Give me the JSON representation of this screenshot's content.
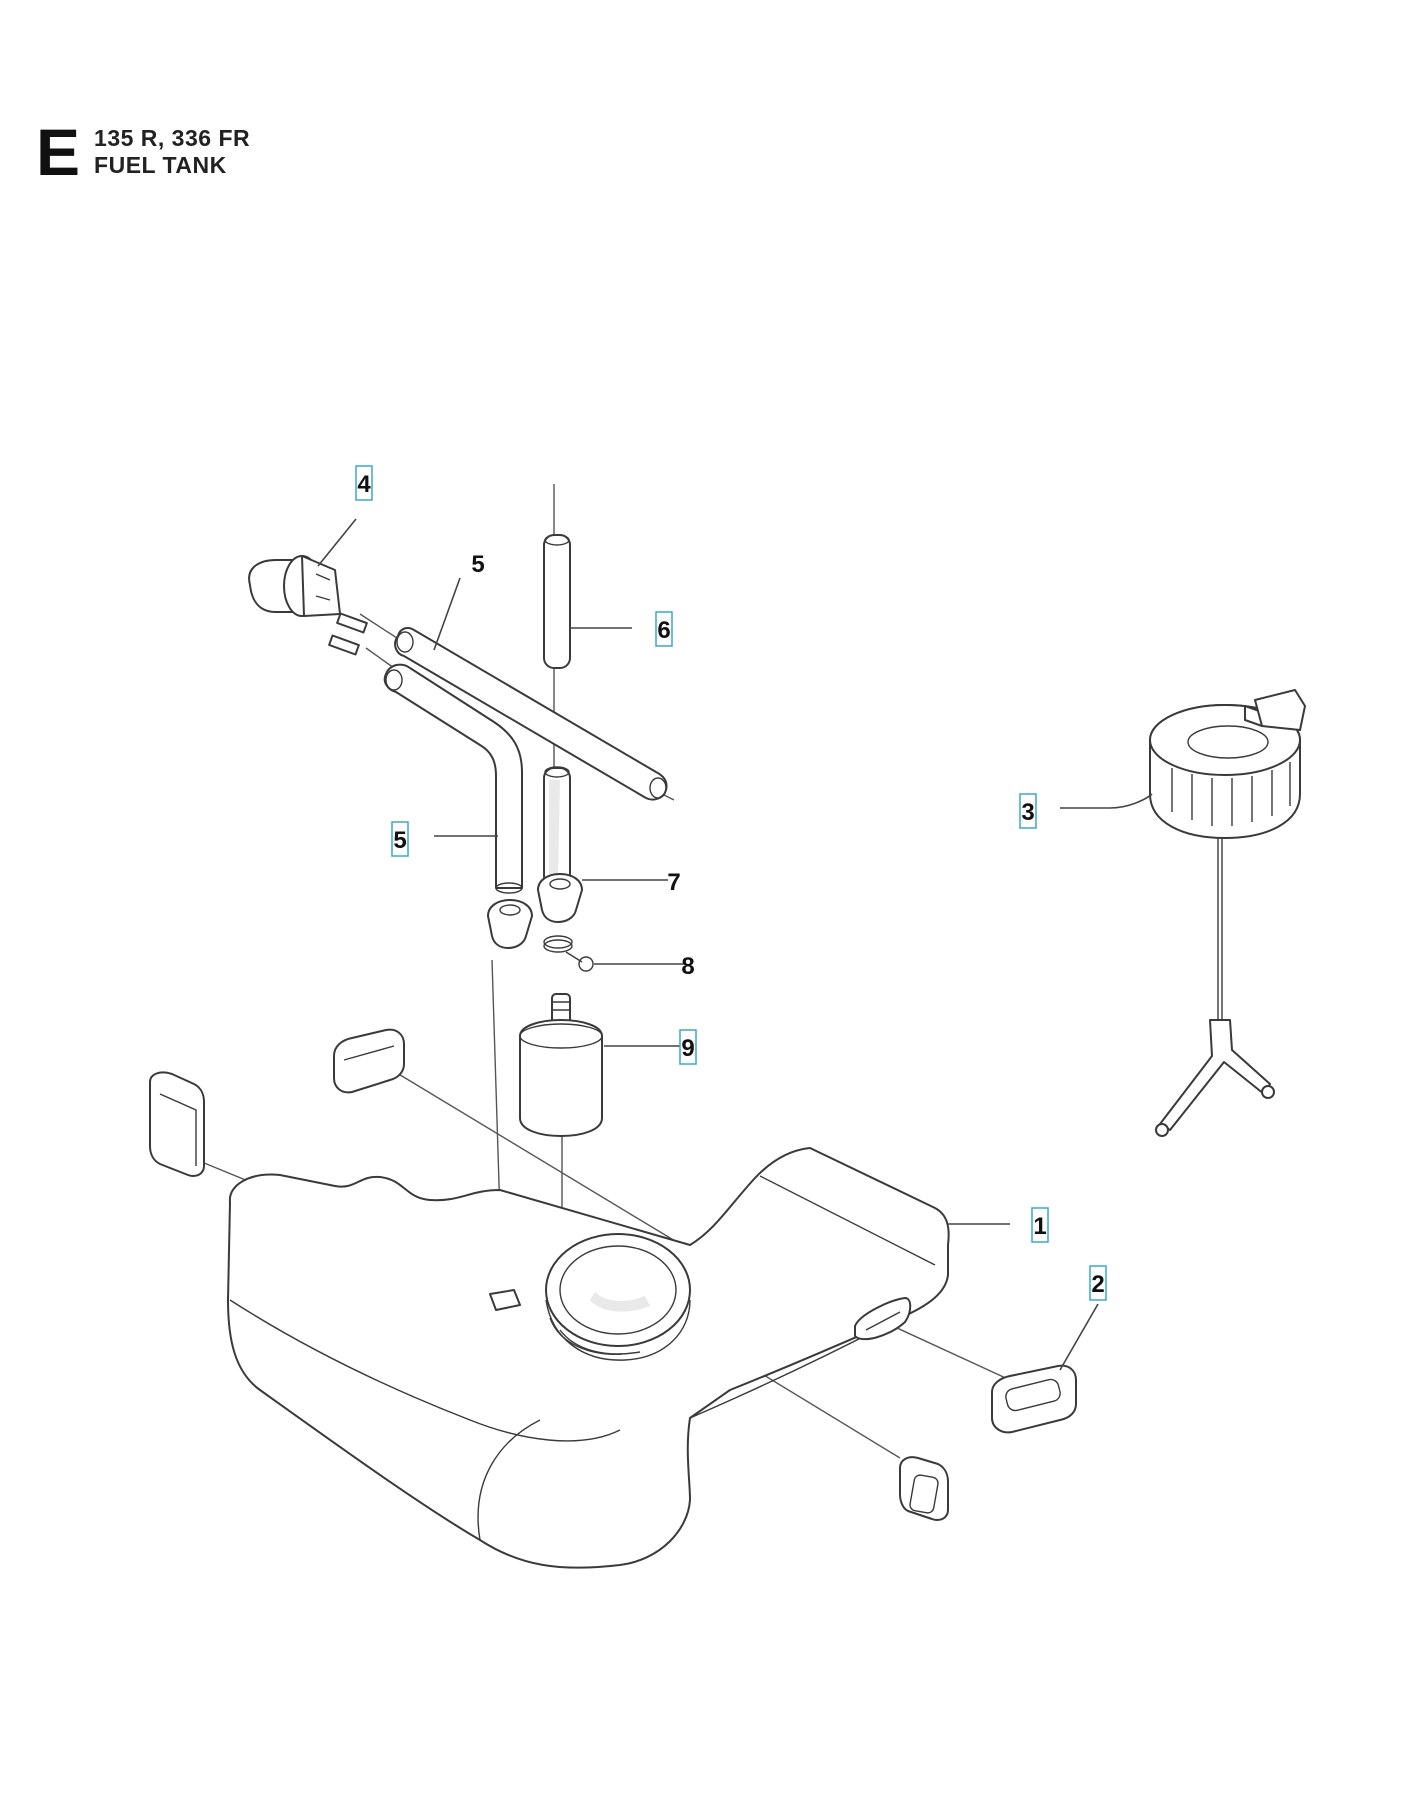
{
  "header": {
    "section_letter": "E",
    "models": "135 R, 336 FR",
    "title": "FUEL TANK"
  },
  "callouts": {
    "c1": "1",
    "c2": "2",
    "c3": "3",
    "c4": "4",
    "c5a": "5",
    "c5b": "5",
    "c6": "6",
    "c7": "7",
    "c8": "8",
    "c9": "9"
  },
  "colors": {
    "callout_border": "#3aa8c8",
    "line": "#3a3a3a"
  }
}
